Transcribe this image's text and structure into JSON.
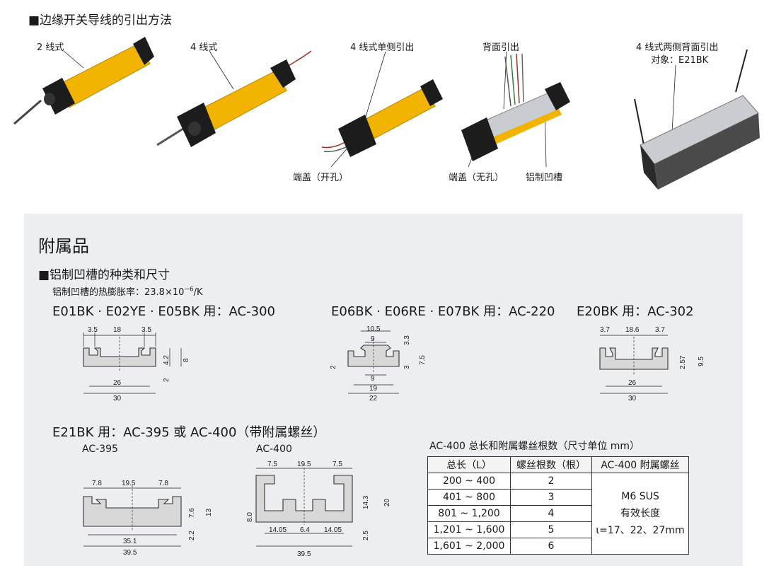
{
  "section1": {
    "title": "■边缘开关导线的引出方法",
    "labels": {
      "two_wire": "2 线式",
      "four_wire": "4 线式",
      "four_wire_single": "4 线式单侧引出",
      "back_exit": "背面引出",
      "four_wire_back_line1": "4 线式两侧背面引出",
      "four_wire_back_line2": "对象：E21BK",
      "end_cap_hole": "端盖（开孔）",
      "end_cap_nohole": "端盖（无孔）",
      "aluminum_channel": "铝制凹槽"
    },
    "colors": {
      "yellow": "#f2b400",
      "black": "#1c1c1c",
      "aluminum": "#c9ccd0"
    }
  },
  "section2": {
    "title": "附属品",
    "subtitle": "■铝制凹槽的种类和尺寸",
    "expansion": "铝制凹槽的热膨胀率：23.8×10",
    "expansion_exp": "−6",
    "expansion_unit": "/K",
    "groups": {
      "g1": "E01BK · E02YE · E05BK 用：AC-300",
      "g2": "E06BK · E06RE · E07BK 用：AC-220",
      "g3": "E20BK 用：AC-302",
      "g4": "E21BK 用：AC-395 或 AC-400（带附属螺丝）",
      "ac395": "AC-395",
      "ac400": "AC-400"
    },
    "dims": {
      "ac300": {
        "a": "3.5",
        "b": "18",
        "c": "3.5",
        "d": "4.2",
        "e": "8",
        "f": "2",
        "g": "26",
        "h": "30"
      },
      "ac220": {
        "a": "10.5",
        "b": "9",
        "c": "3.3",
        "d": "7.5",
        "e": "3",
        "f": "2",
        "g": "9",
        "h": "19",
        "i": "22"
      },
      "ac302": {
        "a": "3.7",
        "b": "18.6",
        "c": "3.7",
        "d": "2.57",
        "e": "9.5",
        "g": "26",
        "h": "30"
      },
      "ac395": {
        "a": "7.8",
        "b": "19.5",
        "c": "7.8",
        "d": "7.6",
        "e": "13",
        "f": "2.2",
        "g": "35.1",
        "h": "39.5"
      },
      "ac400": {
        "a": "7.5",
        "b": "19.5",
        "c": "7.5",
        "d": "14.3",
        "e": "20",
        "f": "8.0",
        "g": "14.05",
        "h": "6.4",
        "i": "14.05",
        "j": "2.5",
        "k": "39.5"
      }
    },
    "table": {
      "caption": "AC-400 总长和附属螺丝根数（尺寸单位 mm）",
      "headers": [
        "总长（L）",
        "螺丝根数（根）",
        "AC-400 附属螺丝"
      ],
      "rows": [
        [
          "200 ~ 400",
          "2"
        ],
        [
          "401 ~ 800",
          "3"
        ],
        [
          "801 ~ 1,200",
          "4"
        ],
        [
          "1,201 ~ 1,600",
          "5"
        ],
        [
          "1,601 ~ 2,000",
          "6"
        ]
      ],
      "screw_line1": "M6 SUS",
      "screw_line2": "有效长度",
      "screw_line3": "ι=17、22、27mm"
    }
  }
}
